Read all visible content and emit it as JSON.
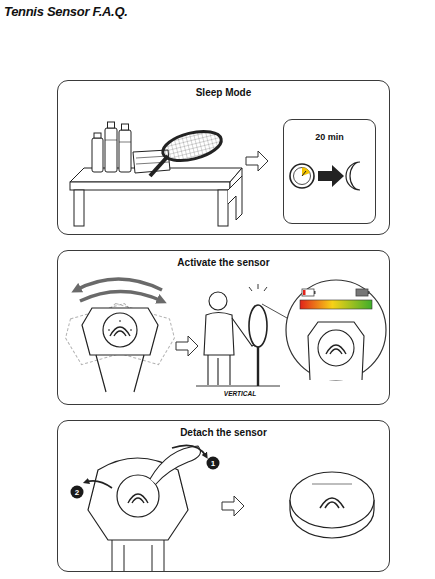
{
  "diagram": {
    "title": "Tennis Sensor F.A.Q.",
    "nodes": [
      {
        "text": [
          "Sleep Mode"
        ]
      },
      {
        "text": [
          "20 min"
        ],
        "in": 0
      },
      {
        "text": [
          "Activate the sensor"
        ]
      },
      {
        "text": [
          "Detach the sensor"
        ]
      }
    ],
    "labels": [
      "VERTICAL",
      "1",
      "2"
    ]
  }
}
